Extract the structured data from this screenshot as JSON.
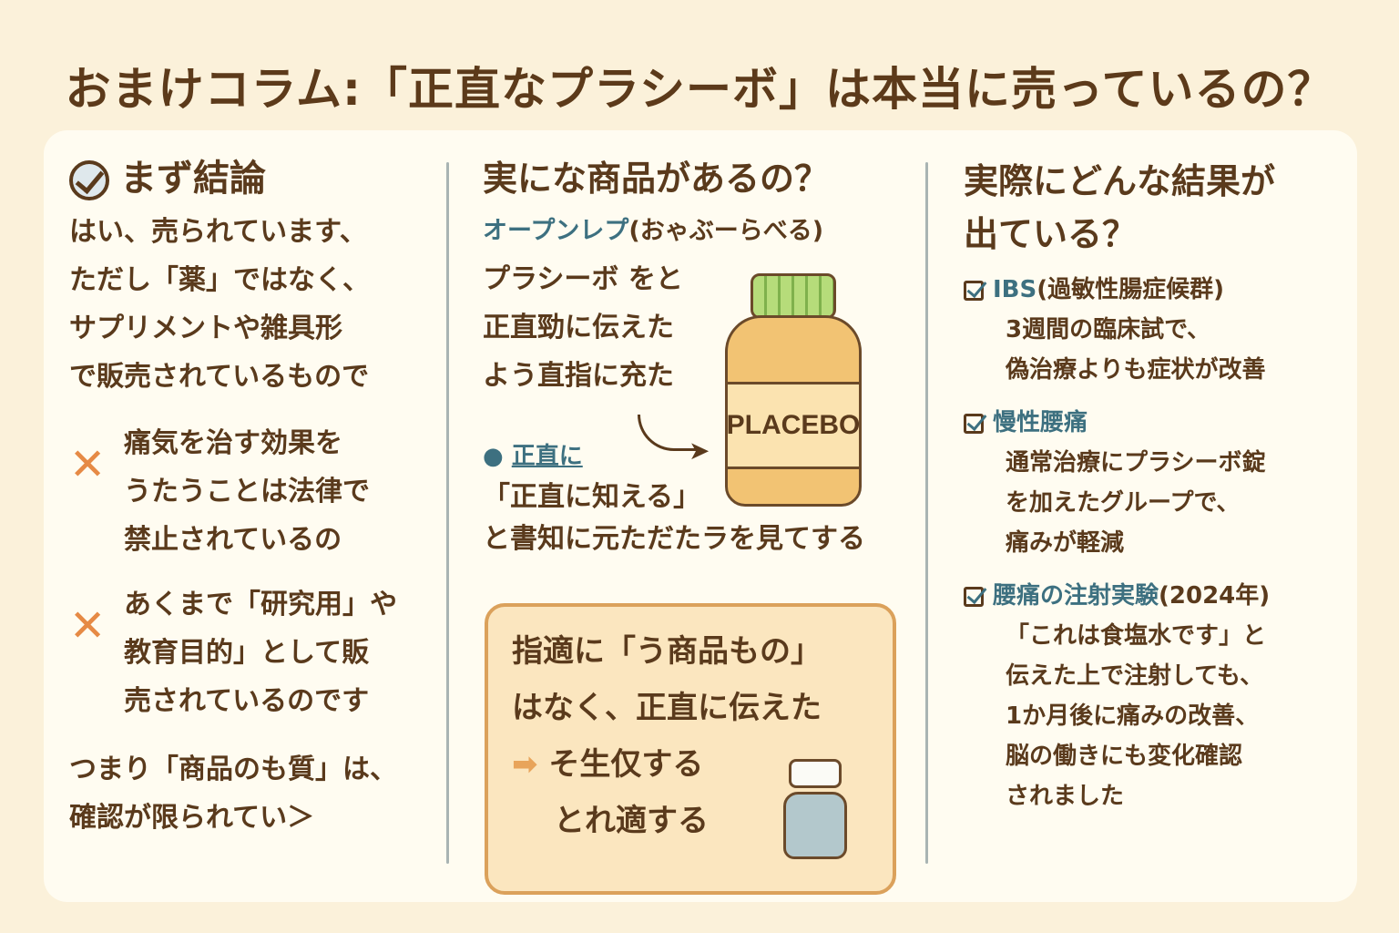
{
  "title": "おまけコラム:「正直なプラシーボ」は本当に売っているの？",
  "colors": {
    "background": "#fbf1da",
    "panel": "#fffcf1",
    "text": "#5a3a1c",
    "accent_teal": "#3d7080",
    "accent_orange": "#e68a45"
  },
  "col1": {
    "heading": "まず結論",
    "heading_icon": "check-circle-icon",
    "intro_lines": [
      "はい、売られています、",
      "ただし「薬」ではなく、",
      "サプリメントや雑具形",
      "で販売されているもので"
    ],
    "x_items": [
      {
        "icon": "x-icon",
        "lines": [
          "痛気を治す効果を",
          "うたうことは法律で",
          "禁止されているの"
        ]
      },
      {
        "icon": "x-icon",
        "lines": [
          "あくまで「研究用」や",
          "教育目的」として販",
          "売されているのです"
        ]
      }
    ],
    "conclusion_lines": [
      "つまり「商品のも質」は、",
      "確認が限られてい＞"
    ]
  },
  "col2": {
    "heading": "実にな商品があるの？",
    "product_name": "オープンレプ",
    "product_reading": "(おゃぶーらべる)",
    "desc_lines": [
      "プラシーボ をと",
      "正直勁に伝えた",
      "よう直指に充た"
    ],
    "bottle_label": "PLACEBO",
    "bullet": "正直に",
    "quote_lines": [
      "「正直に知える」",
      "と書知に元ただたラを見てする"
    ],
    "note": {
      "lines": [
        "指適に「う商品もの」",
        "はなく、正直に伝えた"
      ],
      "arrow_icon": "arrow-right-icon",
      "arrow_lines": [
        "そ生仅する",
        "とれ適する"
      ]
    }
  },
  "col3": {
    "heading_lines": [
      "実際にどんな結果が",
      "出ている？"
    ],
    "results": [
      {
        "icon": "checkbox-icon",
        "title": "IBS",
        "title_suffix": "(過敏性腸症候群)",
        "lines": [
          "3週間の臨床試で、",
          "偽治療よりも症状が改善"
        ]
      },
      {
        "icon": "checkbox-icon",
        "title": "慢性腰痛",
        "title_suffix": "",
        "lines": [
          "通常治療にプラシーボ錠",
          "を加えたグループで、",
          "痛みが軽減"
        ]
      },
      {
        "icon": "checkbox-icon",
        "title": "腰痛の注射実験",
        "title_suffix": "(2024年)",
        "lines": [
          "「これは食塩水です」と",
          "伝えた上で注射しても、",
          "1か月後に痛みの改善、",
          "脳の働きにも変化確認",
          "されました"
        ]
      }
    ]
  }
}
